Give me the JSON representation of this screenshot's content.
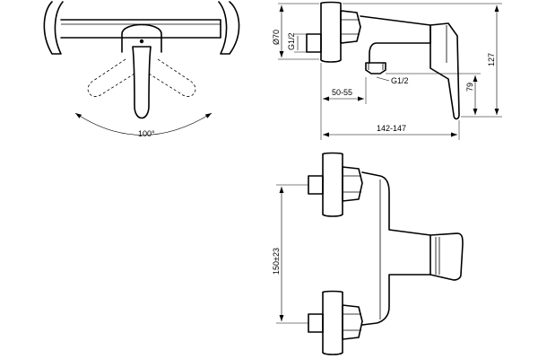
{
  "colors": {
    "line": "#000000",
    "background": "#ffffff"
  },
  "front_view": {
    "angle_label": "100°"
  },
  "side_view": {
    "diameter_label": "Ø70",
    "thread_top_label": "G1/2",
    "thread_bottom_label": "G1/2",
    "wall_distance_label": "50-55",
    "height_79_label": "79",
    "height_127_label": "127",
    "depth_label": "142-147"
  },
  "back_view": {
    "spacing_label": "150±23"
  }
}
